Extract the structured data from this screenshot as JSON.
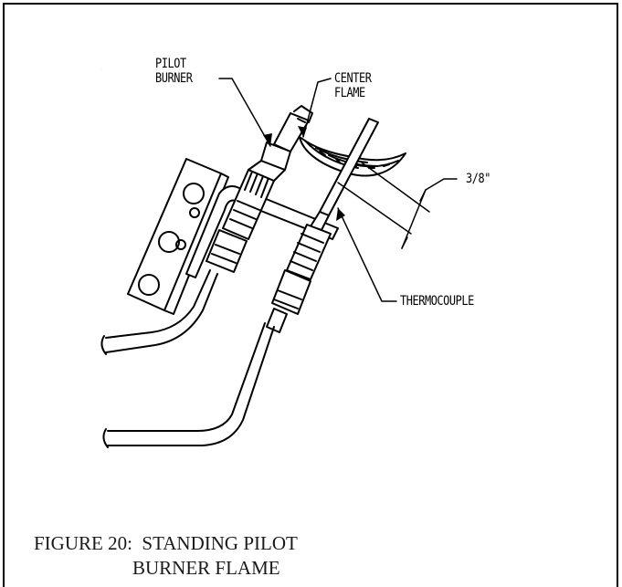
{
  "figure": {
    "labels": {
      "pilot_burner": "PILOT\nBURNER",
      "center_flame": "CENTER\nFLAME",
      "dimension": "3/8\"",
      "thermocouple": "THERMOCOUPLE"
    },
    "caption": {
      "line1": "FIGURE 20:  STANDING PILOT",
      "line2": "BURNER FLAME"
    }
  }
}
